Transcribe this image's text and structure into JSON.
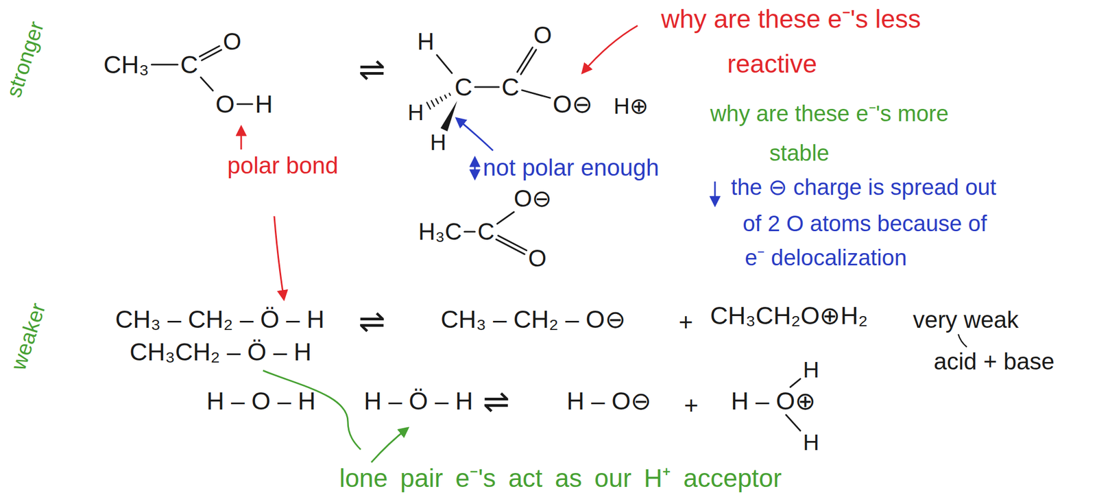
{
  "diagram": {
    "labels": [
      "stronger",
      "CH₃",
      "C",
      "O",
      "O",
      "H",
      "⇌",
      "H",
      "C",
      "C",
      "O",
      "O⊖",
      "H",
      "H",
      "H⊕",
      "why are these e⁻'s less",
      "reactive",
      "polar bond",
      "why are these e⁻'s more",
      "stable",
      "not polar enough",
      "H₃C",
      "C",
      "O⊖",
      "O",
      "the ⊖ charge is spread out",
      "of 2 O atoms because of",
      "e⁻ delocalization",
      "weaker",
      "CH₃ – CH₂ – Ö – H",
      "⇌",
      "CH₃ – CH₂ – O⊖",
      "+",
      "CH₃CH₂O⊕H₂",
      "very weak",
      "acid + base",
      "CH₃CH₂ – Ö – H",
      "H – O – H",
      "H – Ö – H",
      "⇌",
      "H – O⊖",
      "+",
      "H – O⊕",
      "H",
      "H",
      "lone pair e⁻'s act as our H⁺ acceptor"
    ]
  }
}
